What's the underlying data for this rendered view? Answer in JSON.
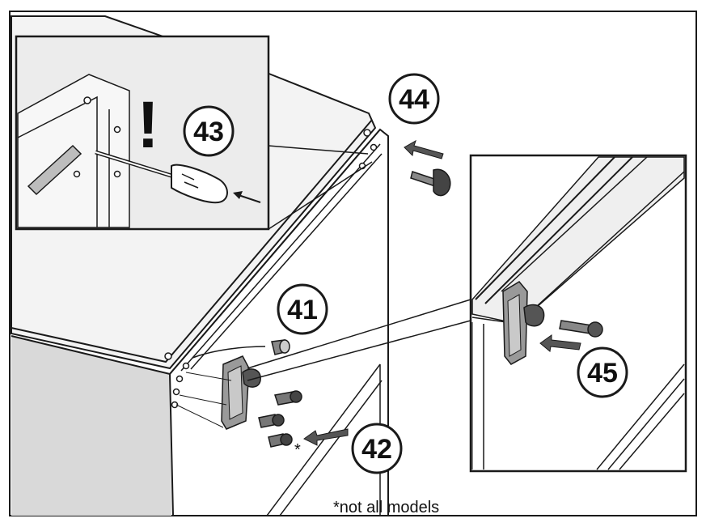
{
  "steps": {
    "s41": "41",
    "s42": "42",
    "s43": "43",
    "s44": "44",
    "s45": "45"
  },
  "warning_mark": "!",
  "asterisk": "*",
  "footnote": "*not all models",
  "colors": {
    "line": "#1a1a1a",
    "panel_fill": "#e6e6e6",
    "top_fill": "#f2f2f2",
    "front_fill": "#d9d9d9",
    "background": "#ffffff"
  }
}
